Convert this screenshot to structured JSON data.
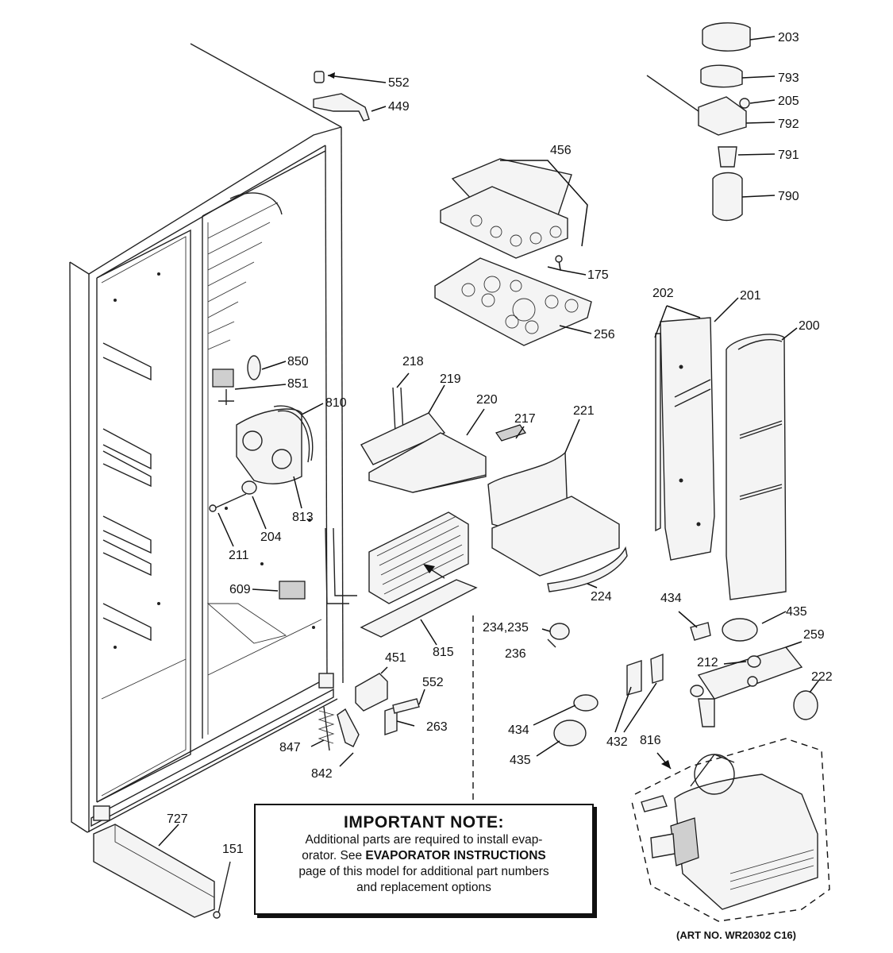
{
  "labels": {
    "l203": "203",
    "l793": "793",
    "l205": "205",
    "l792": "792",
    "l791": "791",
    "l790": "790",
    "l552a": "552",
    "l449": "449",
    "l456": "456",
    "l175": "175",
    "l256": "256",
    "l202": "202",
    "l201": "201",
    "l200": "200",
    "l850": "850",
    "l851": "851",
    "l810": "810",
    "l813": "813",
    "l204": "204",
    "l211": "211",
    "l609": "609",
    "l218": "218",
    "l219": "219",
    "l220": "220",
    "l217": "217",
    "l221": "221",
    "l224": "224",
    "l815": "815",
    "l234": "234,235",
    "l236": "236",
    "l434a": "434",
    "l435a": "435",
    "l259": "259",
    "l212": "212",
    "l222": "222",
    "l451": "451",
    "l552b": "552",
    "l263": "263",
    "l847": "847",
    "l842": "842",
    "l434b": "434",
    "l435b": "435",
    "l432": "432",
    "l816": "816",
    "l727": "727",
    "l151": "151"
  },
  "note": {
    "title": "IMPORTANT NOTE:",
    "line1": "Additional parts are required to install evap-",
    "line2_pre": "orator.  See ",
    "line2_bold": "EVAPORATOR INSTRUCTIONS",
    "line3": "page of this model for additional part numbers",
    "line4": "and replacement options"
  },
  "art_number": "(ART NO. WR20302 C16)"
}
